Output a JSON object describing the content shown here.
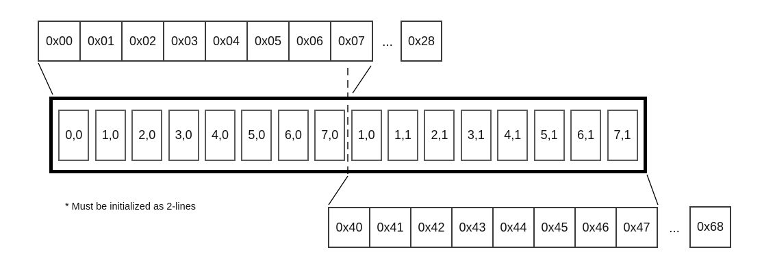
{
  "colors": {
    "background": "#ffffff",
    "cell_border": "#3a3a3a",
    "inner_cell_border": "#5a5a5a",
    "container_border": "#000000",
    "text": "#111111"
  },
  "top_strip": {
    "cells": [
      "0x00",
      "0x01",
      "0x02",
      "0x03",
      "0x04",
      "0x05",
      "0x06",
      "0x07"
    ],
    "ellipsis": "...",
    "overflow_cell": "0x28"
  },
  "cache_line": {
    "cells": [
      "0,0",
      "1,0",
      "2,0",
      "3,0",
      "4,0",
      "5,0",
      "6,0",
      "7,0",
      "1,0",
      "1,1",
      "2,1",
      "3,1",
      "4,1",
      "5,1",
      "6,1",
      "7,1"
    ]
  },
  "bottom_strip": {
    "cells": [
      "0x40",
      "0x41",
      "0x42",
      "0x43",
      "0x44",
      "0x45",
      "0x46",
      "0x47"
    ],
    "ellipsis": "...",
    "overflow_cell": "0x68"
  },
  "footnote": "* Must be initialized as 2-lines"
}
